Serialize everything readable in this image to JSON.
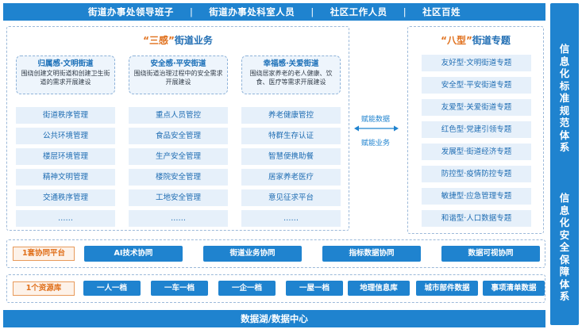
{
  "top_bar": {
    "items": [
      "街道办事处领导班子",
      "街道办事处科室人员",
      "社区工作人员",
      "社区百姓"
    ],
    "separator": "|"
  },
  "side_bar": {
    "upper": "信息化标准规范体系",
    "lower": "信息化安全保障体系"
  },
  "three_senses": {
    "title_quote": "“三感”",
    "title_rest": "街道业务",
    "pillars": [
      {
        "title": "归属感·文明街道",
        "desc": "围绕创建文明街道和创建卫生街道的需求开展建设",
        "items": [
          "街道秩序管理",
          "公共环境管理",
          "楼层环境管理",
          "精神文明管理",
          "交通秩序管理",
          "……"
        ]
      },
      {
        "title": "安全感·平安街道",
        "desc": "围绕街道治理过程中的安全需求开展建设",
        "items": [
          "重点人员管控",
          "食品安全管理",
          "生产安全管理",
          "楼院安全管理",
          "工地安全管理",
          "……"
        ]
      },
      {
        "title": "幸福感·关爱街道",
        "desc": "围绕居家养老的老人健康、饮食、医疗等需求开展建设",
        "items": [
          "养老健康管控",
          "特群生存认证",
          "智慧便携助餐",
          "居家养老医疗",
          "意见征求平台",
          "……"
        ]
      }
    ]
  },
  "middle": {
    "top_label": "赋能数据",
    "bottom_label": "赋能业务"
  },
  "eight_types": {
    "title_quote": "“八型”",
    "title_rest": "街道专题",
    "items": [
      "友好型·文明街道专题",
      "安全型·平安街道专题",
      "友爱型·关爱街道专题",
      "红色型·党建引领专题",
      "发展型·街道经济专题",
      "防控型·疫情防控专题",
      "敏捷型·应急管理专题",
      "和谐型·人口数据专题"
    ]
  },
  "platform": {
    "label": "1套协同平台",
    "items": [
      "AI技术协同",
      "街道业务协同",
      "指标数据协同",
      "数据可视协同"
    ]
  },
  "resources": {
    "label": "1个资源库",
    "items": [
      "一人一档",
      "一车一档",
      "一企一档",
      "一屋一档",
      "地理信息库",
      "城市部件数据",
      "事项清单数据"
    ]
  },
  "bottom_bar": {
    "label": "数据湖/数据中心"
  },
  "colors": {
    "primary_blue": "#1f83cf",
    "accent_orange": "#e0701c",
    "light_blue_fill": "#e6f0fa"
  }
}
